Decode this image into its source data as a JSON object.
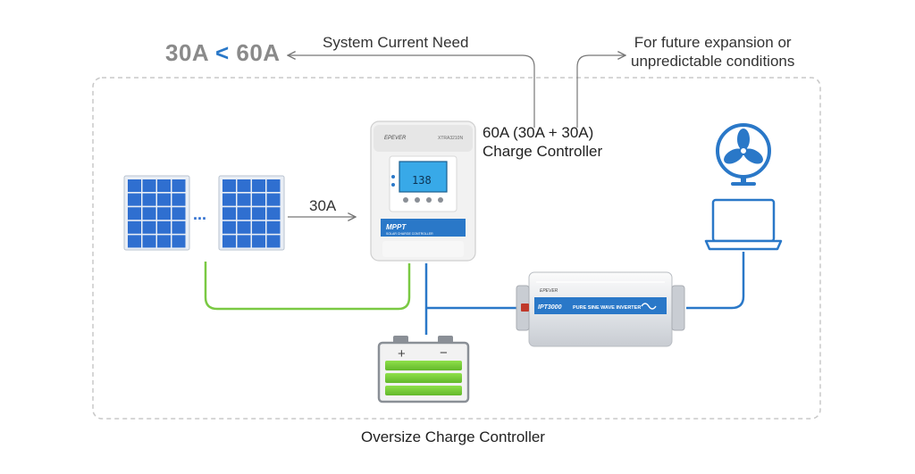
{
  "current_compare": {
    "left": "30A",
    "operator": "<",
    "right": "60A"
  },
  "system_need_label": "System Current Need",
  "future_label": {
    "line1": "For future expansion or",
    "line2": "unpredictable conditions"
  },
  "controller_spec": {
    "line1": "60A (30A + 30A)",
    "line2": "Charge Controller"
  },
  "panel_current_label": "30A",
  "panel_ellipsis": "...",
  "controller_device": {
    "brand": "EPEVER",
    "model": "XTRA3210N",
    "display_value": "138",
    "badge": "MPPT",
    "badge_sub": "SOLAR CHARGE CONTROLLER"
  },
  "inverter_device": {
    "brand": "EPEVER",
    "model": "IPT3000",
    "label": "PURE SINE WAVE INVERTER"
  },
  "battery_terminals": {
    "positive": "+",
    "negative": "−"
  },
  "caption": "Oversize Charge Controller",
  "colors": {
    "pv_wire": "#7ac943",
    "dc_wire": "#2a78c8",
    "panel": "#2f6fd0",
    "battery": "#7bd23c",
    "accent": "#2a78c8"
  }
}
